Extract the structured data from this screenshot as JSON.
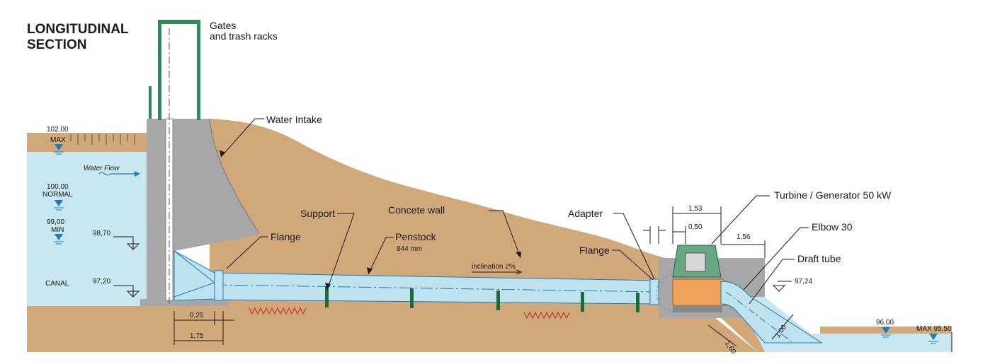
{
  "title": [
    "LONGITUDINAL",
    "SECTION"
  ],
  "labels": {
    "gates": [
      "Gates",
      "and trash racks"
    ],
    "water_intake": "Water Intake",
    "water_flow": "Water Flow",
    "support": "Support",
    "concrete_wall": "Concete wall",
    "flange_left": "Flange",
    "penstock": [
      "Penstock",
      "844 mm"
    ],
    "inclination": "inclination 2%",
    "adapter": "Adapter",
    "flange_right": "Flange",
    "turbine": "Turbine / Generator 50 kW",
    "elbow": "Elbow 30",
    "draft_tube": "Draft tube",
    "canal": "CANAL"
  },
  "levels": {
    "max": {
      "value": "102,00",
      "label": "MAX"
    },
    "normal": {
      "value": "100,00",
      "label": "NORMAL"
    },
    "min": {
      "value": "99,00",
      "label": "MIN"
    },
    "l98_70": "98,70",
    "l97_20": "97,20",
    "l97_24": "97,24",
    "l96_00": "96,00",
    "max_tail": "MAX 95,50"
  },
  "dimensions": {
    "d0_25": "0,25",
    "d1_75": "1,75",
    "d1_53": "1,53",
    "d0_50": "0,50",
    "d1_56": "1,56",
    "d1_60": "1,60",
    "d1_00": "1,00"
  },
  "colors": {
    "water": "#c8e7f1",
    "earth": "#d1a87a",
    "concrete": "#a7a7a9",
    "pipe": "#bfe2ef",
    "green": "#2e8b57",
    "turbine": "#6aa683",
    "orange": "#f0a25b",
    "dark_green": "#1e6b3a",
    "rebar": "#c0392b",
    "blue": "#1b7cc1"
  }
}
